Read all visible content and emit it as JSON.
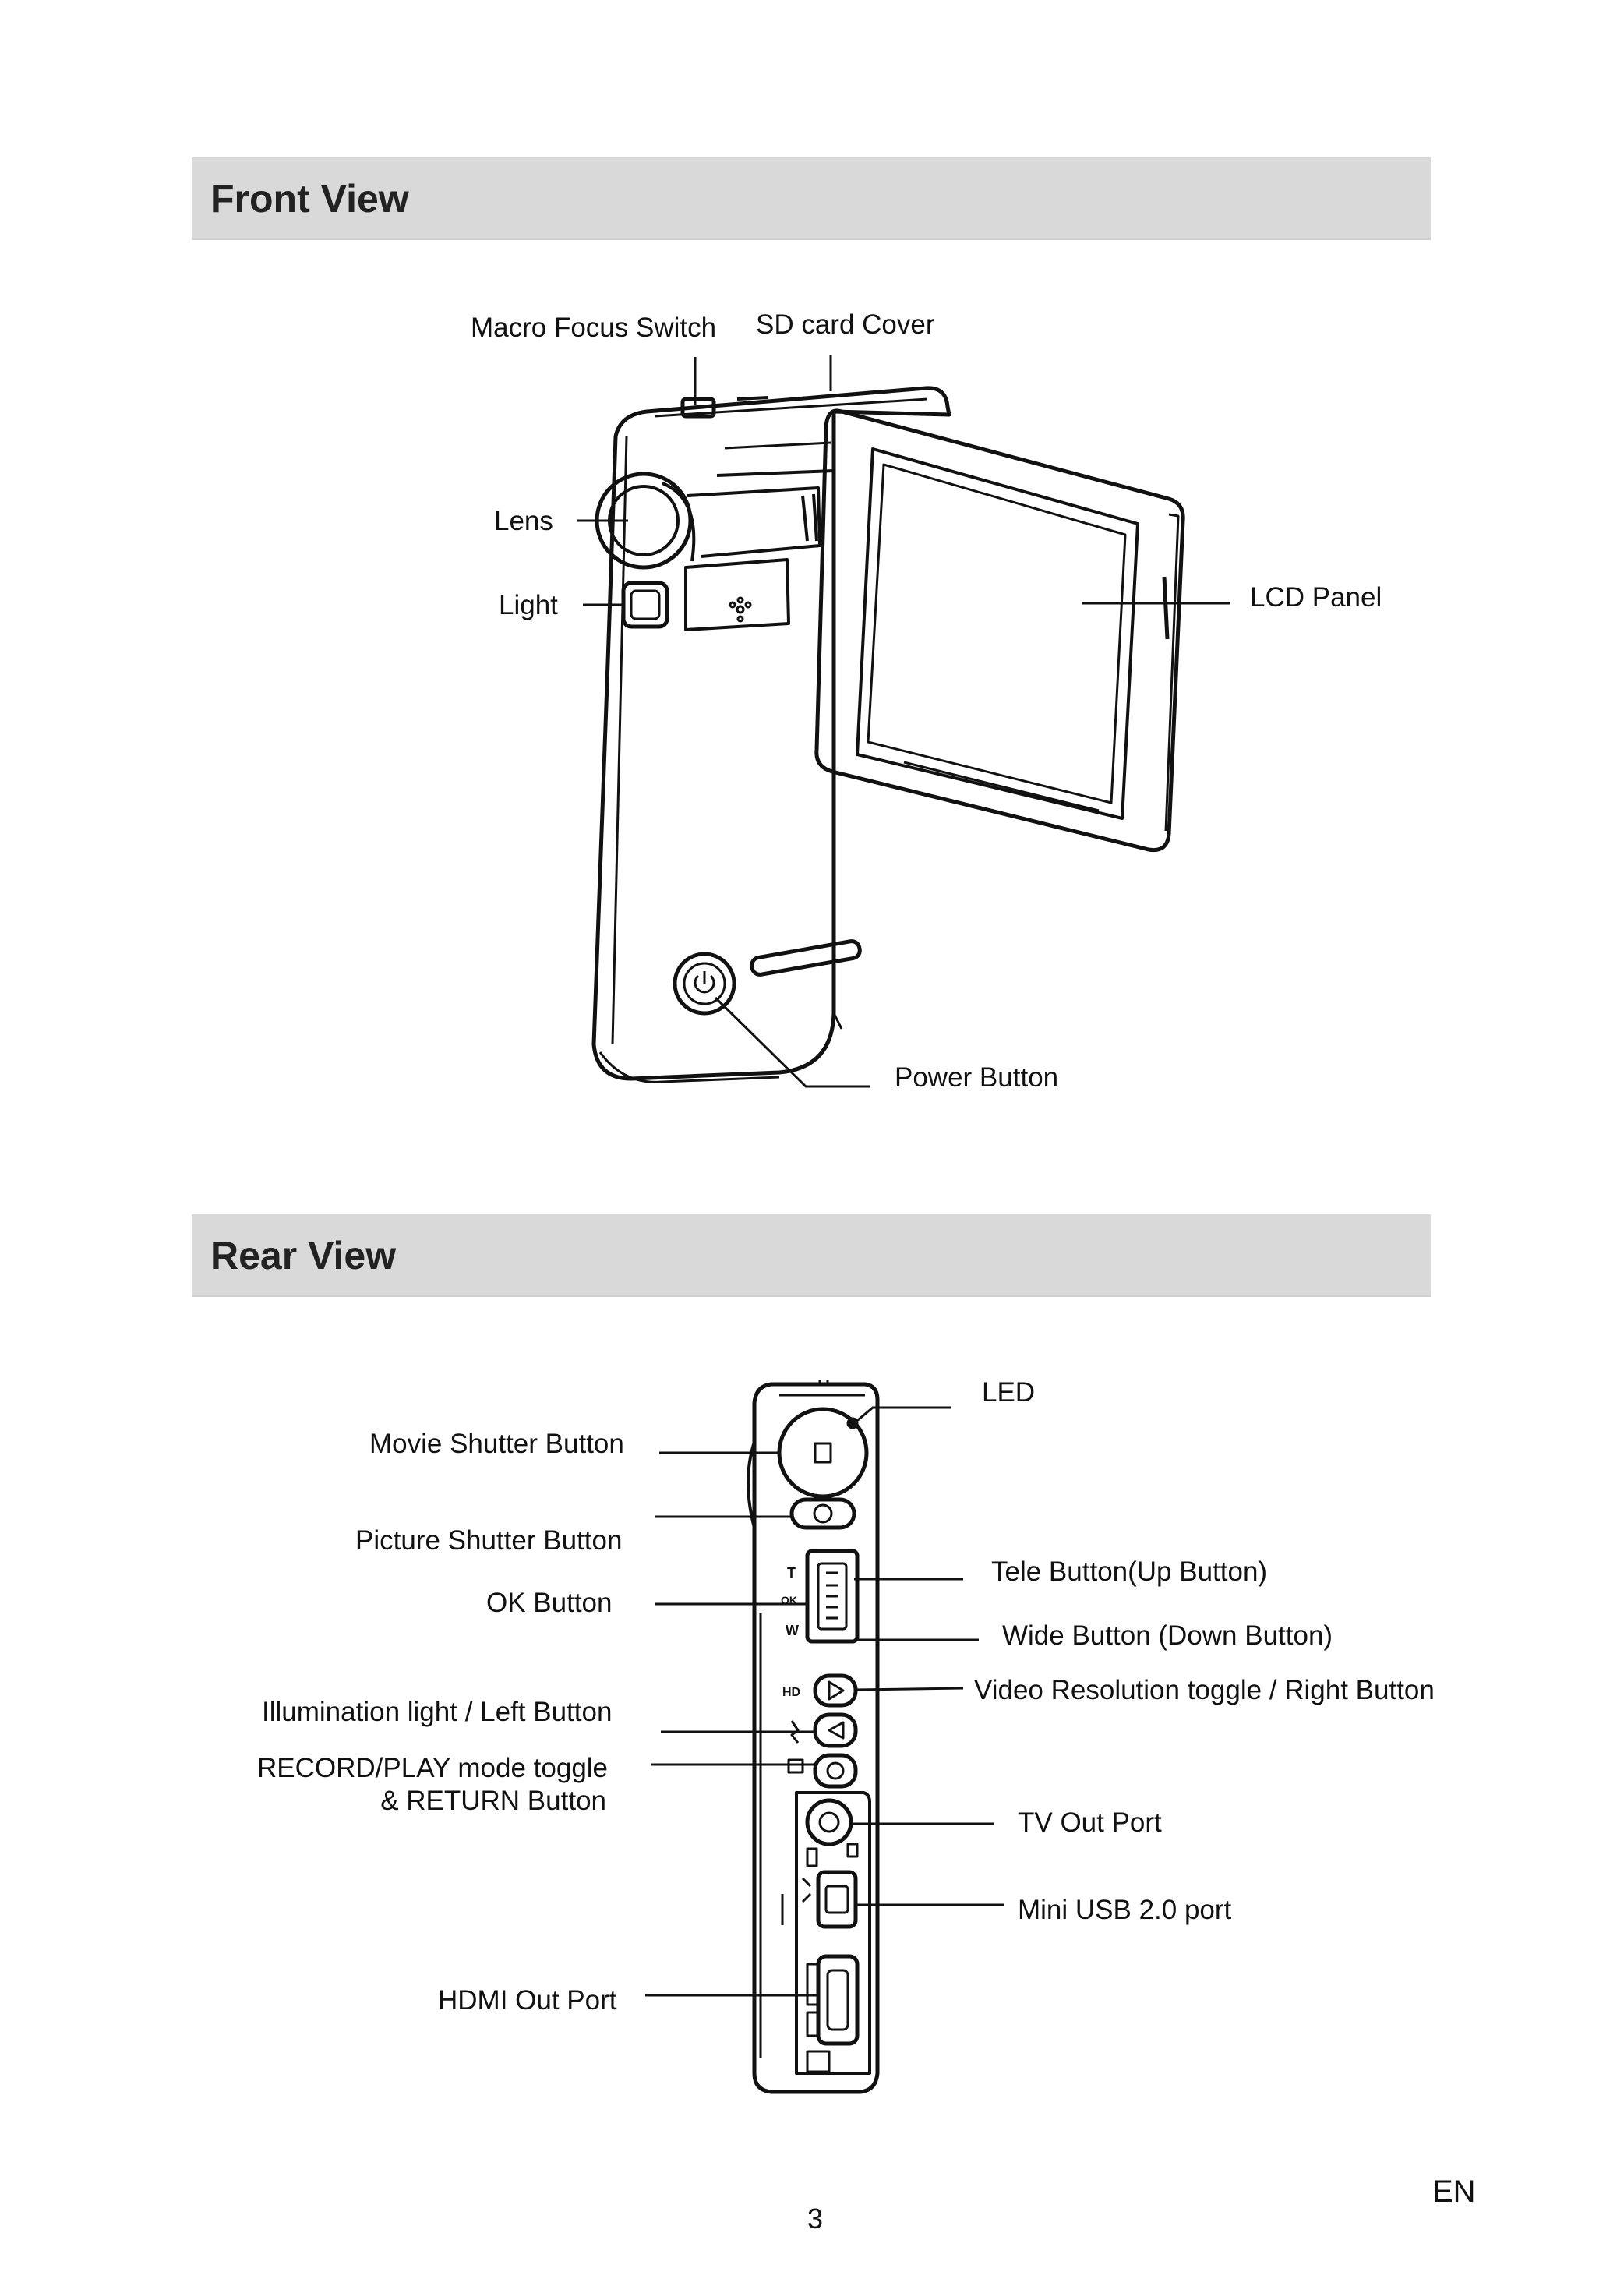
{
  "sections": {
    "front": {
      "title": "Front View",
      "labels": {
        "macro_focus_switch": "Macro Focus Switch",
        "sd_card_cover": "SD card Cover",
        "lens": "Lens",
        "light": "Light",
        "lcd_panel": "LCD Panel",
        "power_button": "Power Button"
      }
    },
    "rear": {
      "title": "Rear View",
      "labels": {
        "led": "LED",
        "movie_shutter": "Movie Shutter Button",
        "picture_shutter": "Picture Shutter Button",
        "ok_button": "OK Button",
        "tele_button": "Tele Button(Up Button)",
        "wide_button": "Wide Button (Down Button)",
        "video_resolution": "Video Resolution toggle / Right Button",
        "illumination": "Illumination light / Left Button",
        "record_play_line1": "RECORD/PLAY mode toggle",
        "record_play_line2": "& RETURN Button",
        "tv_out": "TV Out Port",
        "mini_usb": "Mini USB 2.0 port",
        "hdmi_out": "HDMI Out Port"
      },
      "device_markings": {
        "tele": "T",
        "ok": "OK",
        "wide": "W",
        "hd": "HD"
      }
    }
  },
  "footer": {
    "page_number": "3",
    "language": "EN"
  }
}
